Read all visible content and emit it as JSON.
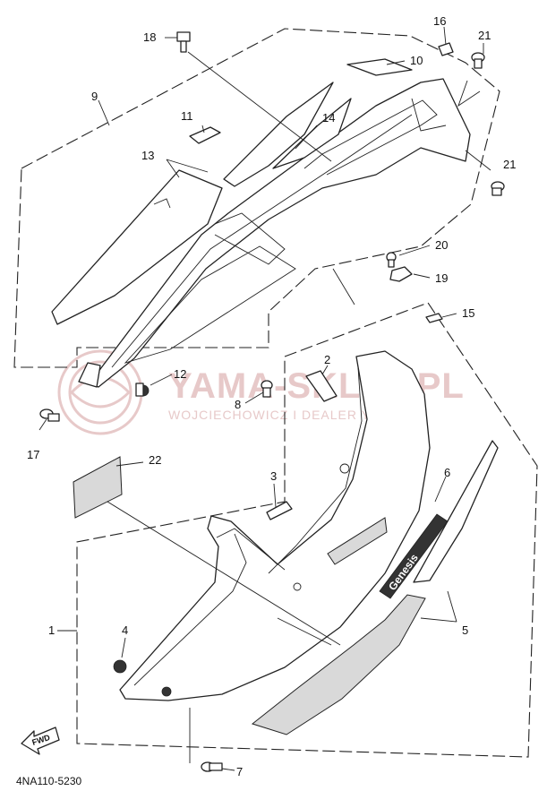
{
  "watermark": {
    "main": "YAMA-SKLEP.PL",
    "sub": "WOJCIECHOWICZ I DEALER YAMAHA"
  },
  "diagram_code": "4NA110-5230",
  "fwd_label": "FWD",
  "badge_text": "Genesis",
  "callouts": {
    "c1": "1",
    "c2": "2",
    "c3": "3",
    "c4": "4",
    "c5": "5",
    "c6": "6",
    "c7": "7",
    "c8": "8",
    "c9": "9",
    "c10": "10",
    "c11": "11",
    "c12": "12",
    "c13": "13",
    "c14": "14",
    "c15": "15",
    "c16": "16",
    "c17": "17",
    "c18": "18",
    "c19": "19",
    "c20": "20",
    "c21a": "21",
    "c21b": "21",
    "c22": "22"
  }
}
